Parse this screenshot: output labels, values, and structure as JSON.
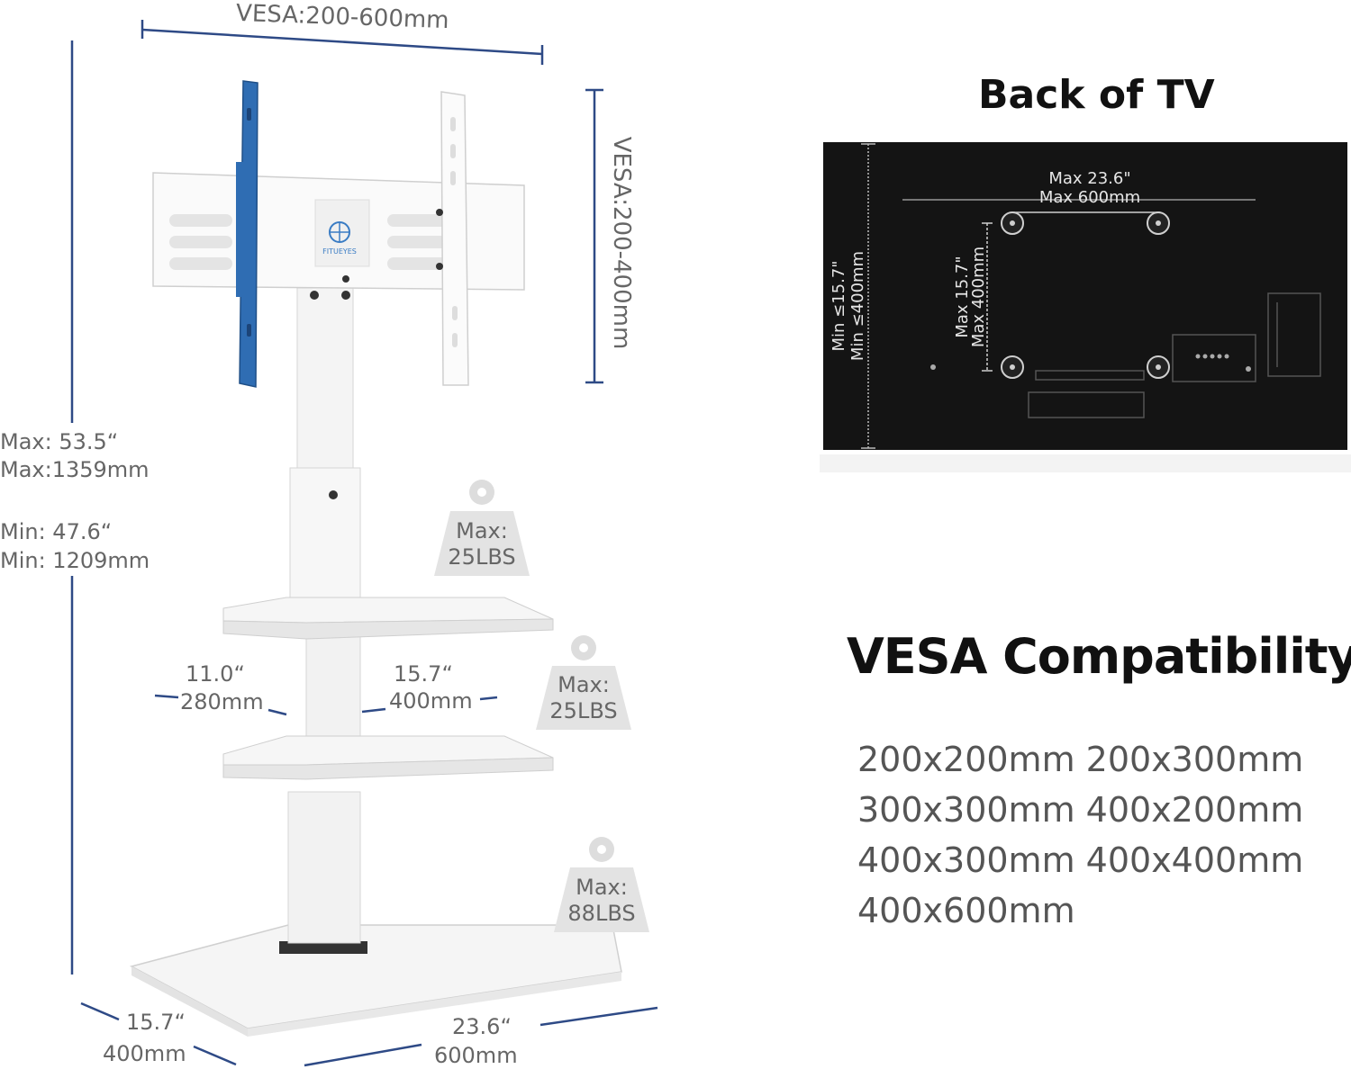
{
  "stand": {
    "top_width": "VESA:200-600mm",
    "right_height": "VESA:200-400mm",
    "max_height_in": "Max: 53.5“",
    "max_height_mm": "Max:1359mm",
    "min_height_in": "Min:  47.6“",
    "min_height_mm": "Min: 1209mm",
    "shelf_depth_in": "11.0“",
    "shelf_depth_mm": "280mm",
    "shelf_width_in": "15.7“",
    "shelf_width_mm": "400mm",
    "base_depth_in": "15.7“",
    "base_depth_mm": "400mm",
    "base_width_in": "23.6“",
    "base_width_mm": "600mm",
    "logo_text": "FITUEYES",
    "weights": [
      {
        "line1": "Max:",
        "line2": "25LBS"
      },
      {
        "line1": "Max:",
        "line2": "25LBS"
      },
      {
        "line1": "Max:",
        "line2": "88LBS"
      }
    ]
  },
  "back_of_tv": {
    "title": "Back of  TV",
    "max_width_in": "Max 23.6\"",
    "max_width_mm": "Max 600mm",
    "max_height_in": "Max 15.7\"",
    "max_height_mm": "Max 400mm",
    "min_height_in": "Min ≤15.7\"",
    "min_height_mm": "Min ≤400mm"
  },
  "vesa": {
    "title": "VESA Compatibility",
    "lines": [
      "200x200mm 200x300mm",
      "300x300mm 400x200mm",
      "400x300mm 400x400mm",
      "400x600mm"
    ]
  },
  "colors": {
    "dimension_line": "#2e4a86",
    "bracket_blue": "#2f6db3",
    "tv_back": "#141414"
  }
}
